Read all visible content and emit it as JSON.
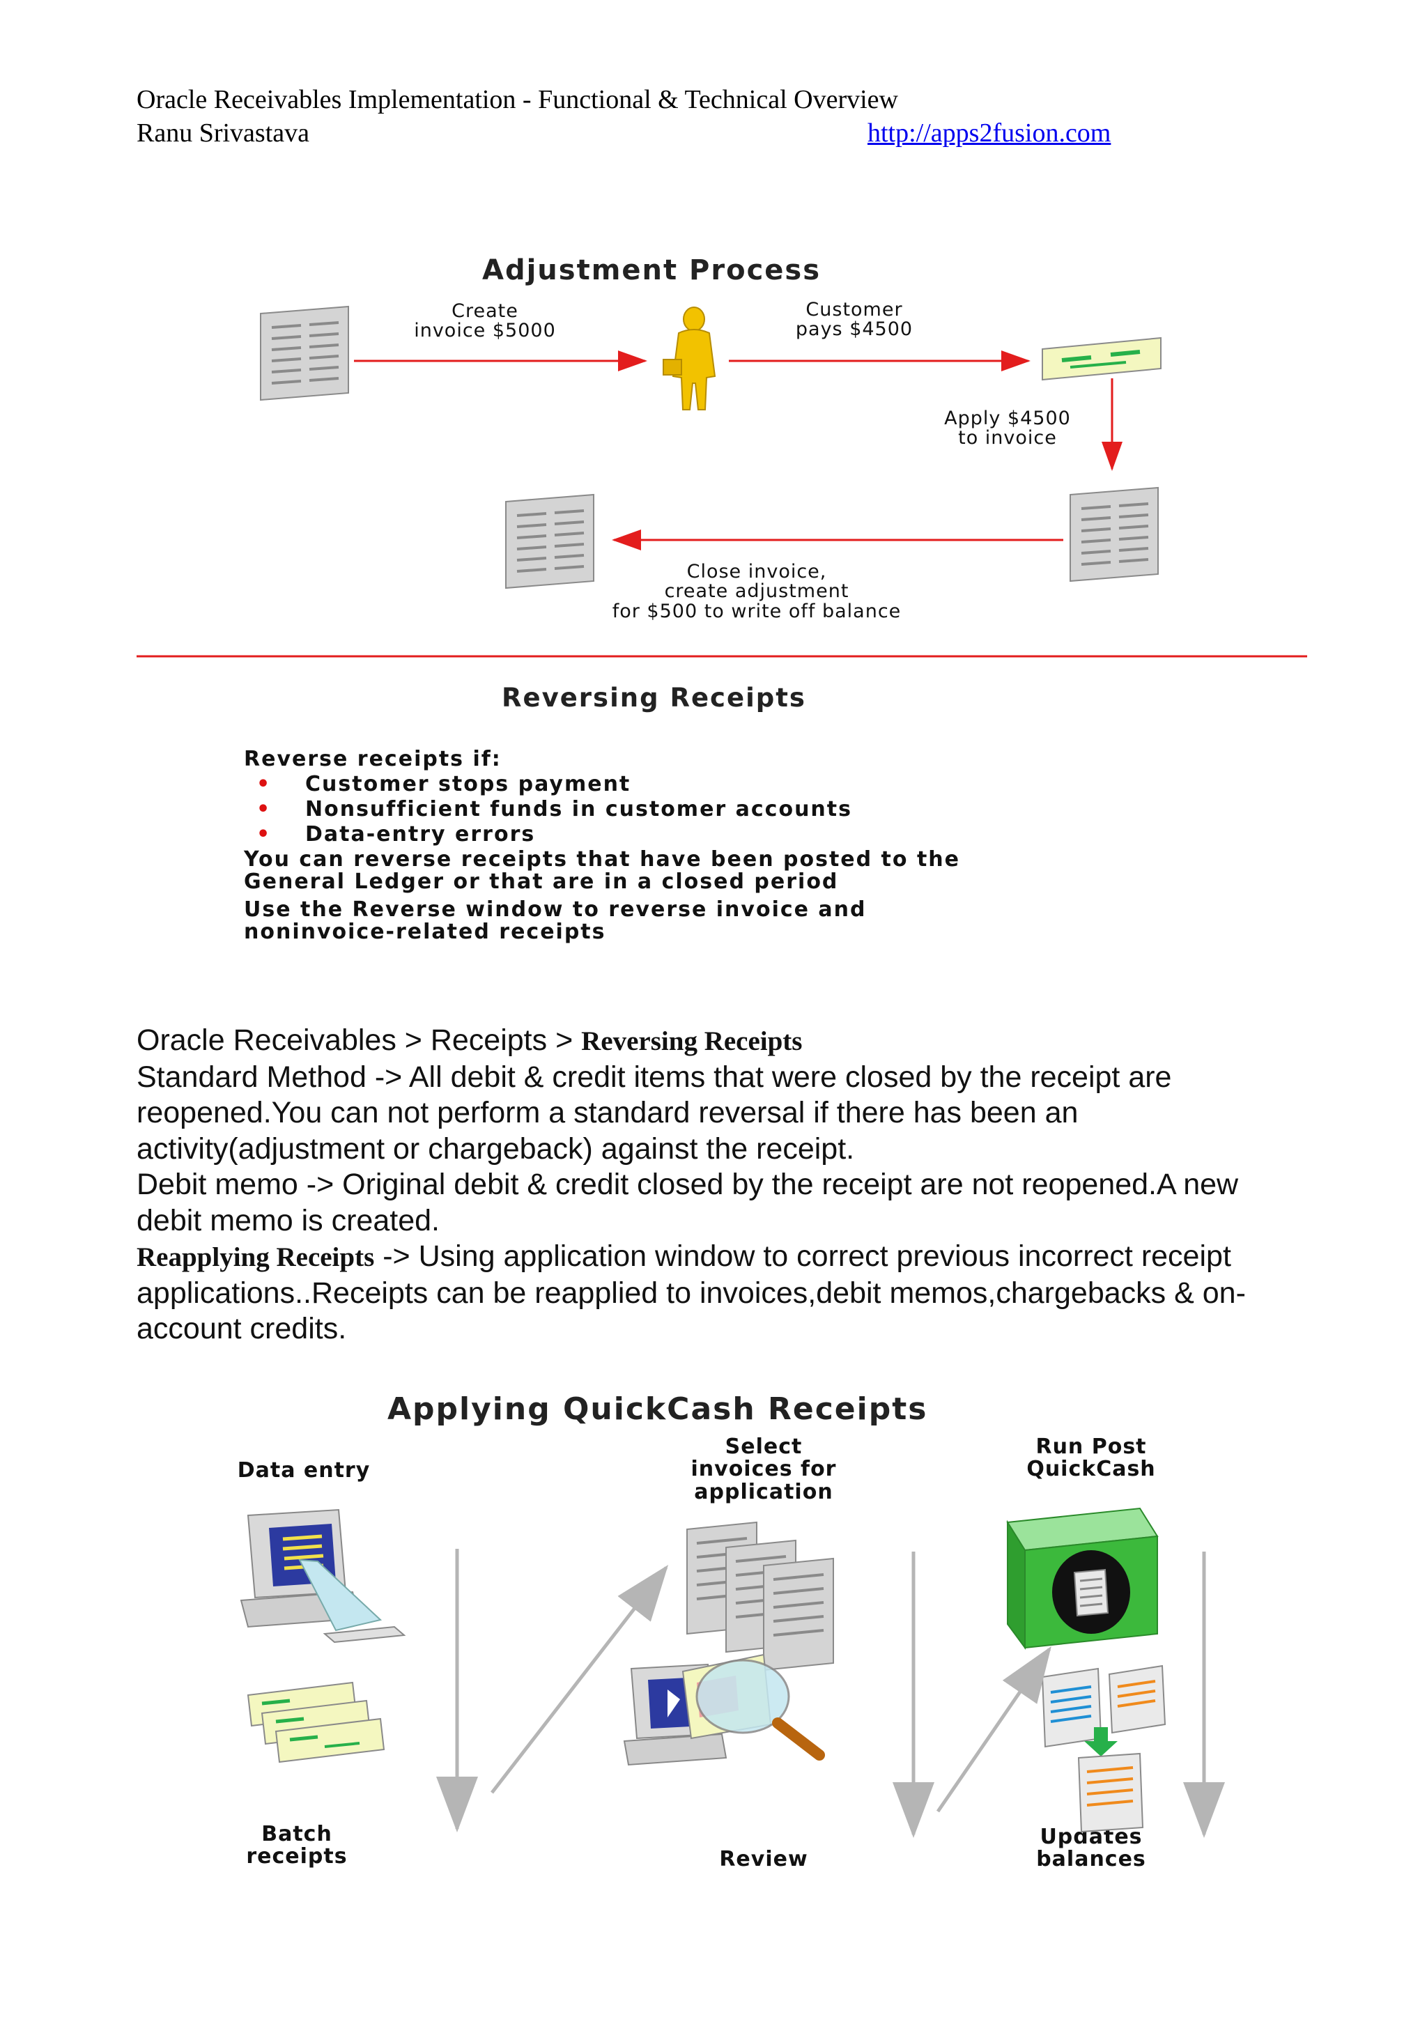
{
  "header": {
    "title": "Oracle Receivables Implementation - Functional & Technical Overview",
    "author": "Ranu Srivastava",
    "link": "http://apps2fusion.com"
  },
  "adjustment_figure": {
    "title": "Adjustment Process",
    "label_create_line1": "Create",
    "label_create_line2": "invoice $5000",
    "label_pays_line1": "Customer",
    "label_pays_line2": "pays $4500",
    "label_apply_line1": "Apply $4500",
    "label_apply_line2": "to invoice",
    "label_close_line1": "Close invoice,",
    "label_close_line2": "create adjustment",
    "label_close_line3": "for $500 to write off balance"
  },
  "reversing_figure": {
    "title": "Reversing Receipts",
    "intro": "Reverse receipts if:",
    "bullets": [
      "Customer stops payment",
      "Nonsufficient funds in customer accounts",
      "Data-entry errors"
    ],
    "bullet_symbol": "•",
    "note1_line1": "You can reverse receipts that have been posted to the",
    "note1_line2": "General Ledger or that are in a closed period",
    "note2_line1": "Use the Reverse window to reverse invoice and",
    "note2_line2": "noninvoice-related receipts"
  },
  "body": {
    "nav_path": "Oracle Receivables > Receipts > ",
    "nav_current": "Reversing Receipts",
    "para_standard": "Standard Method -> All debit & credit items that were closed by the receipt are reopened.You can not perform a standard reversal if there has been an activity(adjustment or chargeback) against the receipt.",
    "para_debit": "Debit memo -> Original debit & credit closed by the receipt are not reopened.A new debit memo is created.",
    "reapply_term": "Reapplying Receipts",
    "reapply_text": " -> Using application window to correct previous incorrect receipt applications..Receipts can be reapplied to invoices,debit memos,chargebacks & on-account credits."
  },
  "quickcash_figure": {
    "title": "Applying QuickCash Receipts",
    "label_data_entry": "Data entry",
    "label_select_line1": "Select",
    "label_select_line2": "invoices for",
    "label_select_line3": "application",
    "label_run_line1": "Run Post",
    "label_run_line2": "QuickCash",
    "label_batch_line1": "Batch",
    "label_batch_line2": "receipts",
    "label_review": "Review",
    "label_updates_line1": "Updates",
    "label_updates_line2": "balances"
  },
  "colors": {
    "arrow_red": "#e31d1d",
    "doc_gray": "#c8c8c8",
    "figure_gray_arrow": "#b5b5b5",
    "quickcash_green": "#3cb93c",
    "person_yellow": "#f2c200",
    "link_blue": "#0000ee"
  }
}
